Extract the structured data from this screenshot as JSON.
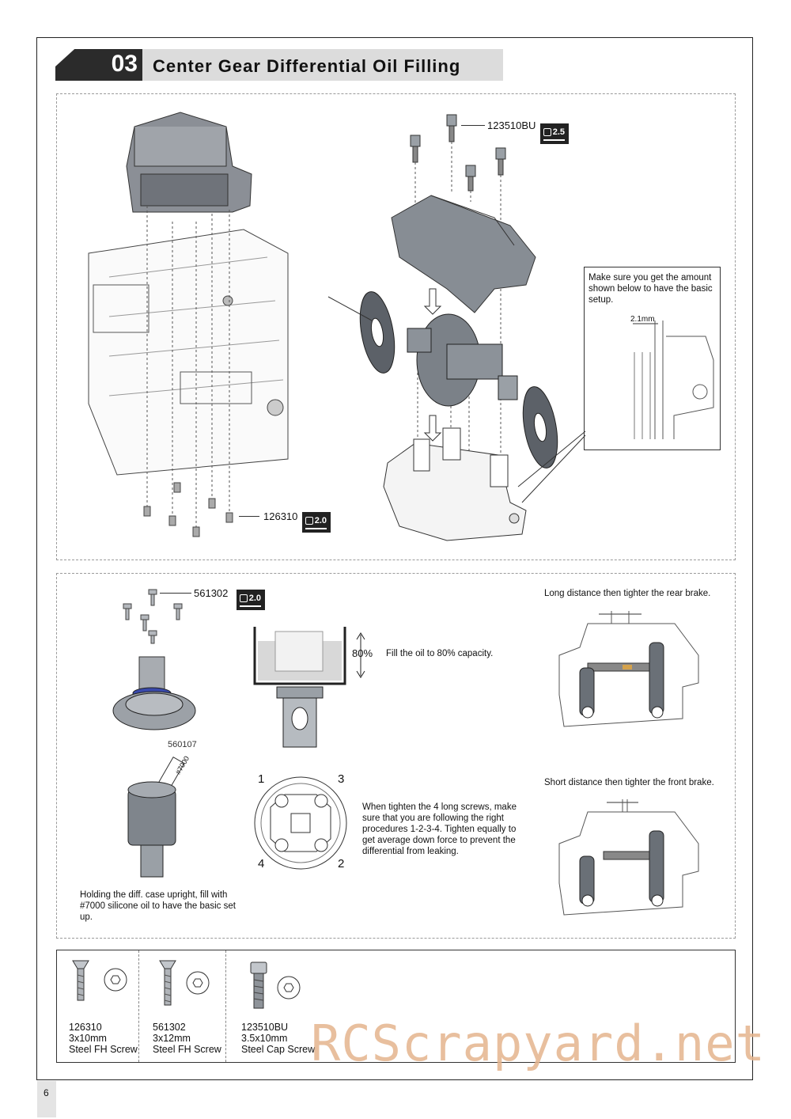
{
  "header": {
    "step_number": "03",
    "title": "Center Gear Differential Oil Filling"
  },
  "panel1": {
    "screw_top_part": "123510BU",
    "screw_top_tool": "2.5",
    "screw_bottom_part": "126310",
    "screw_bottom_tool": "2.0",
    "setup_note": "Make sure you get the amount shown below to have the basic setup.",
    "gap_label": "2.1mm"
  },
  "panel2": {
    "screw_part": "561302",
    "screw_tool": "2.0",
    "gear_part": "560107",
    "oil_label": "#7000",
    "percent_label": "80%",
    "fill_note": "Fill the oil to 80% capacity.",
    "order_labels": [
      "1",
      "3",
      "4",
      "2"
    ],
    "tighten_note": "When tighten the 4 long screws, make sure that you are following the right procedures 1-2-3-4. Tighten equally to get average down force to prevent the differential from leaking.",
    "hold_note": "Holding the diff. case upright, fill with #7000 silicone oil to have the basic set up.",
    "rear_note": "Long distance then tighter the rear brake.",
    "front_note": "Short distance then tighter the front brake."
  },
  "parts": [
    {
      "id": "126310",
      "size": "3x10mm",
      "type": "Steel FH Screw"
    },
    {
      "id": "561302",
      "size": "3x12mm",
      "type": "Steel FH Screw"
    },
    {
      "id": "123510BU",
      "size": "3.5x10mm",
      "type": "Steel Cap Screw"
    }
  ],
  "page_number": "6",
  "watermark": "RCScrapyard.net"
}
